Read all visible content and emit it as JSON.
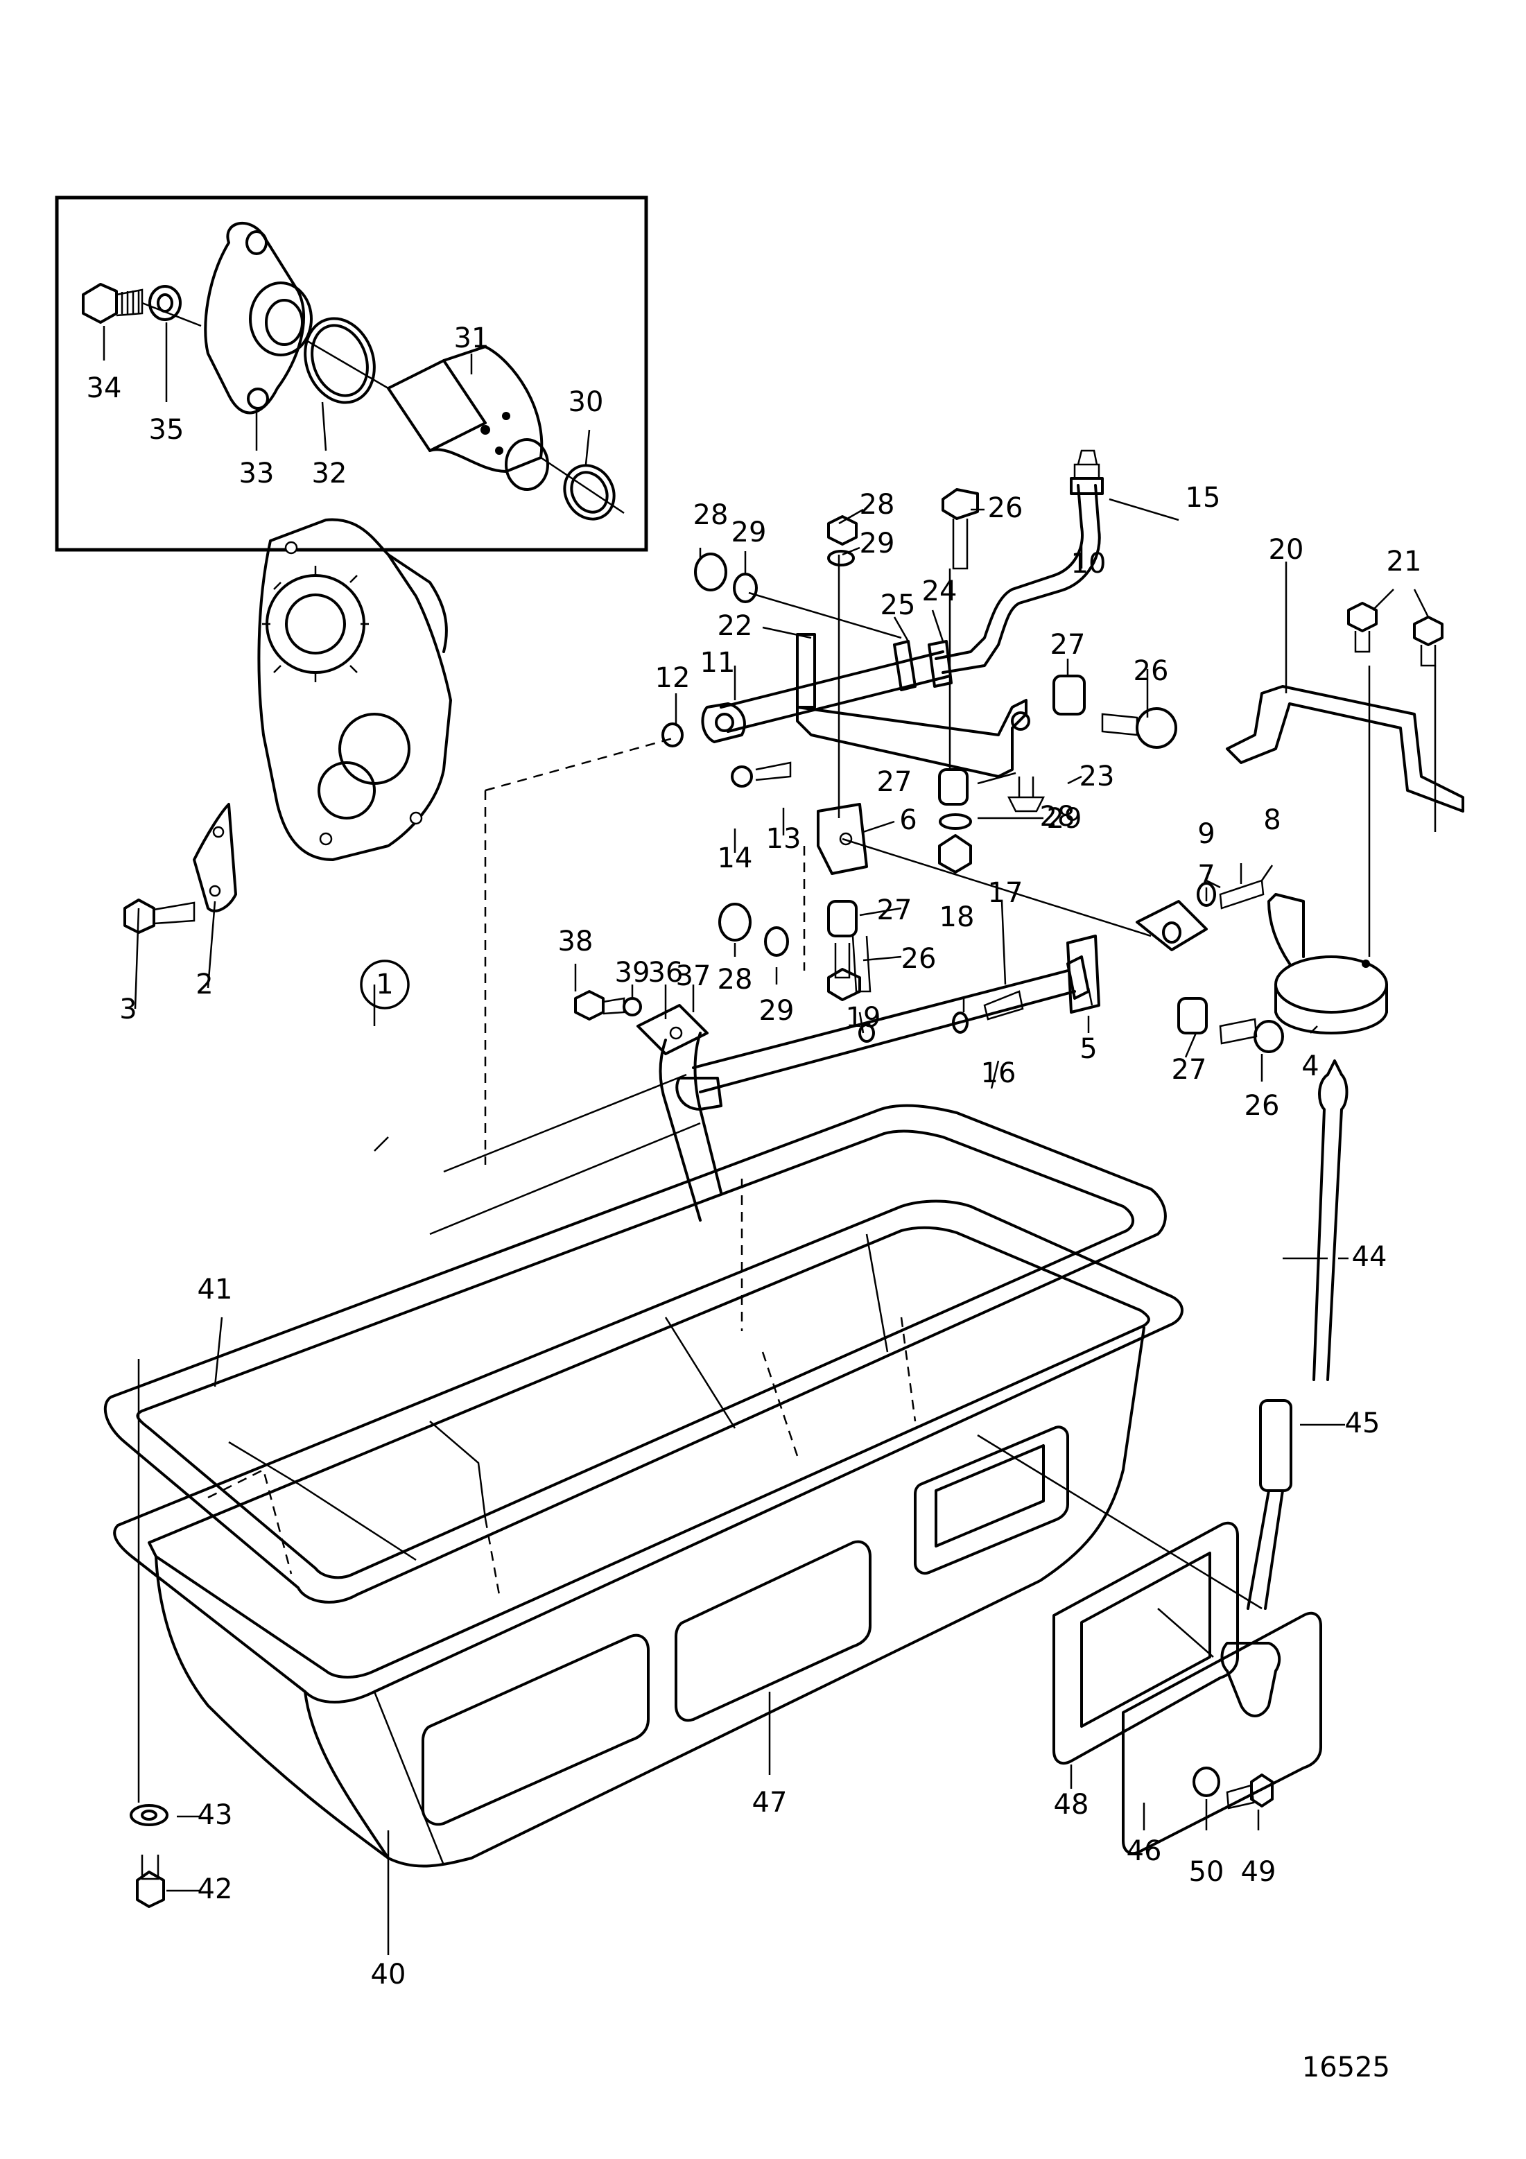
{
  "drawing_code": "16525",
  "part_labels": {
    "p1": "1",
    "p2": "2",
    "p3": "3",
    "p4": "4",
    "p5": "5",
    "p6": "6",
    "p7": "7",
    "p8": "8",
    "p9": "9",
    "p10": "10",
    "p11": "11",
    "p12": "12",
    "p13": "13",
    "p14": "14",
    "p15": "15",
    "p16": "16",
    "p17": "17",
    "p18": "18",
    "p19": "19",
    "p20": "20",
    "p21": "21",
    "p22": "22",
    "p23": "23",
    "p24": "24",
    "p25": "25",
    "p26a": "26",
    "p26b": "26",
    "p26c": "26",
    "p26d": "26",
    "p27a": "27",
    "p27b": "27",
    "p27c": "27",
    "p27d": "27",
    "p28a": "28",
    "p28b": "28",
    "p28c": "28",
    "p28d": "28",
    "p29a": "29",
    "p29b": "29",
    "p29c": "29",
    "p29d": "29",
    "p30": "30",
    "p31": "31",
    "p32": "32",
    "p33": "33",
    "p34": "34",
    "p35": "35",
    "p36": "36",
    "p37": "37",
    "p38": "38",
    "p39": "39",
    "p40": "40",
    "p41": "41",
    "p42": "42",
    "p43": "43",
    "p44": "44",
    "p45": "45",
    "p46": "46",
    "p47": "47",
    "p48": "48",
    "p49": "49",
    "p50": "50"
  }
}
